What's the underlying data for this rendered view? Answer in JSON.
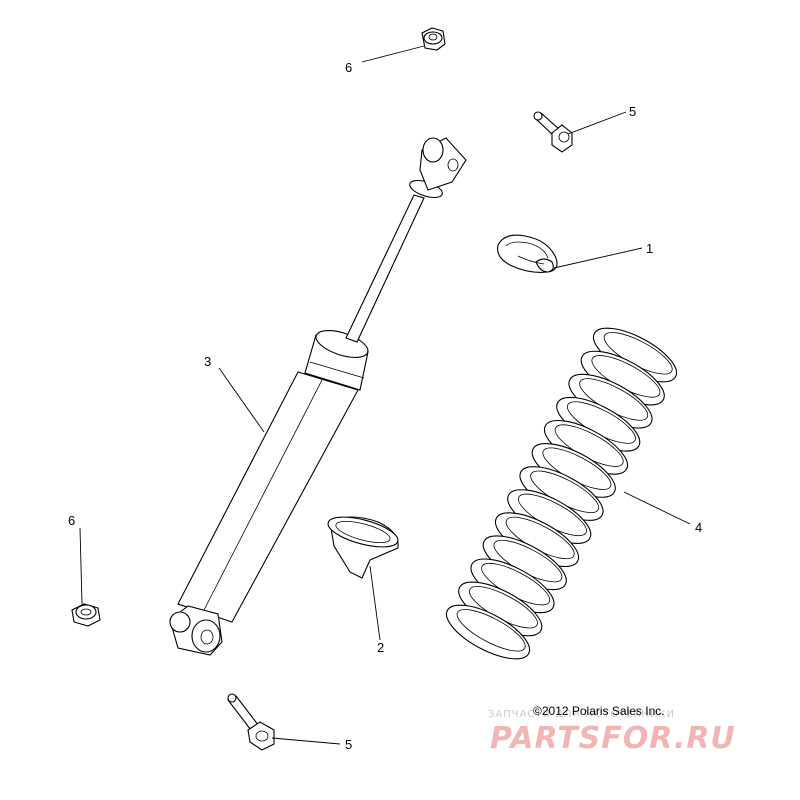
{
  "callouts": [
    {
      "id": "c6a",
      "label": "6"
    },
    {
      "id": "c5a",
      "label": "5"
    },
    {
      "id": "c1",
      "label": "1"
    },
    {
      "id": "c3",
      "label": "3"
    },
    {
      "id": "c4",
      "label": "4"
    },
    {
      "id": "c6b",
      "label": "6"
    },
    {
      "id": "c2",
      "label": "2"
    },
    {
      "id": "c5b",
      "label": "5"
    }
  ],
  "copyright": "©2012 Polaris Sales Inc.",
  "watermark": {
    "small_text": "ЗАПЧАСТИ ДЛЯ МОТОТЕХНИКИ",
    "logo_text": "PARTSFOR.RU",
    "color": "#f3b4b4"
  },
  "colors": {
    "line": "#000000",
    "background": "#ffffff"
  }
}
